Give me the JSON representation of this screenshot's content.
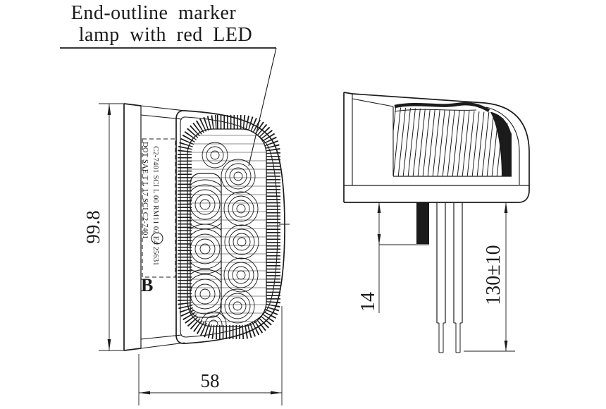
{
  "title": {
    "line1": "End-outline marker",
    "line2": "lamp with red LED"
  },
  "front_view": {
    "marking_row1": "C2-7401 SCI L 00 RM11 02 E4 25631",
    "marking_row2": "DOT SAE T L 17 SCI C2-7401",
    "variant_letter": "B",
    "height_dim": "99.8",
    "width_dim": "58"
  },
  "side_view": {
    "grommet_dim": "14",
    "wire_length_dim": "130±10"
  },
  "colors": {
    "line": "#1b1b1b",
    "background": "#ffffff"
  }
}
